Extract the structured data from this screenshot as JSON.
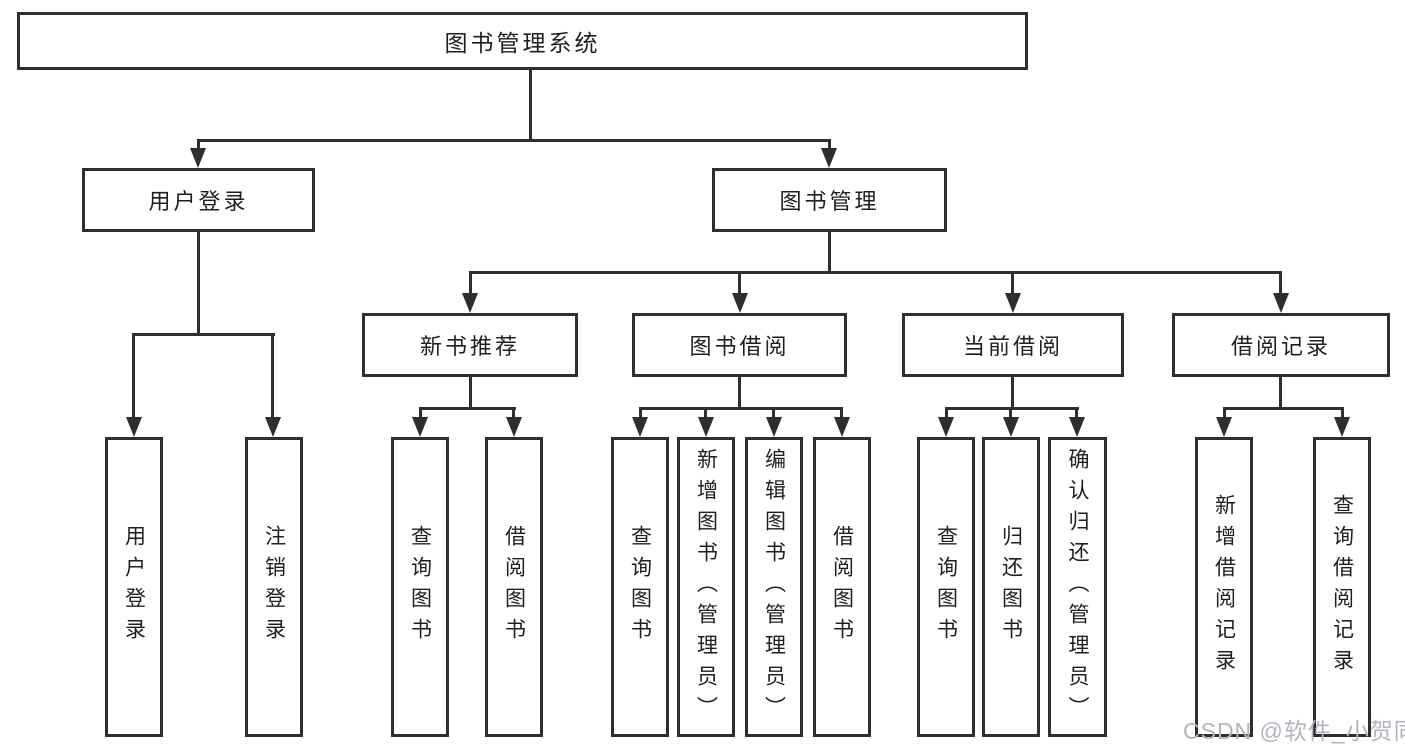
{
  "diagram": {
    "root": {
      "label": "图书管理系统"
    },
    "level2": [
      {
        "label": "用户登录"
      },
      {
        "label": "图书管理"
      }
    ],
    "level3": [
      {
        "label": "新书推荐"
      },
      {
        "label": "图书借阅"
      },
      {
        "label": "当前借阅"
      },
      {
        "label": "借阅记录"
      }
    ],
    "leaves": {
      "user_login": [
        {
          "label": "用户登录"
        },
        {
          "label": "注销登录"
        }
      ],
      "new_book": [
        {
          "label": "查询图书"
        },
        {
          "label": "借阅图书"
        }
      ],
      "book_borrow": [
        {
          "label": "查询图书"
        },
        {
          "label": "新增图书（管理员）"
        },
        {
          "label": "编辑图书（管理员）"
        },
        {
          "label": "借阅图书"
        }
      ],
      "current_borrow": [
        {
          "label": "查询图书"
        },
        {
          "label": "归还图书"
        },
        {
          "label": "确认归还（管理员）"
        }
      ],
      "borrow_record": [
        {
          "label": "新增借阅记录"
        },
        {
          "label": "查询借阅记录"
        }
      ]
    }
  },
  "watermark": {
    "text": "CSDN @软件_小贺同学"
  },
  "colors": {
    "line": "#2e2e2e",
    "text": "#1f1f1f",
    "watermark": "#b5b3bd",
    "background": "#ffffff"
  }
}
